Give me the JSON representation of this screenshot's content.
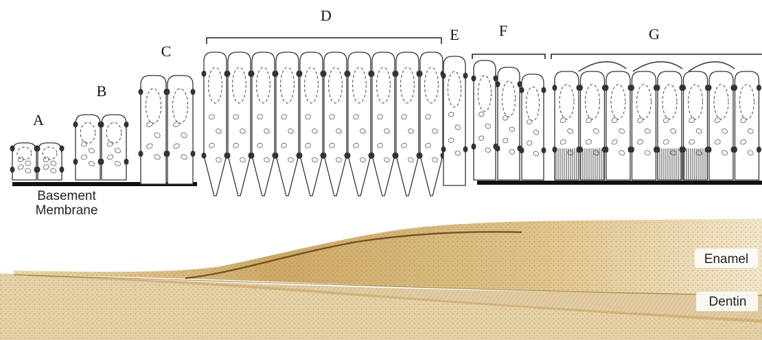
{
  "stages": [
    {
      "id": "A",
      "label": "A"
    },
    {
      "id": "B",
      "label": "B"
    },
    {
      "id": "C",
      "label": "C"
    },
    {
      "id": "D",
      "label": "D"
    },
    {
      "id": "E",
      "label": "E"
    },
    {
      "id": "F",
      "label": "F"
    },
    {
      "id": "G",
      "label": "G"
    }
  ],
  "basement_membrane": {
    "line1": "Basement",
    "line2": "Membrane"
  },
  "tissue": {
    "enamel": "Enamel",
    "dentin": "Dentin"
  },
  "colors": {
    "enamel": "#c9a25a",
    "dentin": "#b48a3e",
    "ink": "#333333"
  }
}
